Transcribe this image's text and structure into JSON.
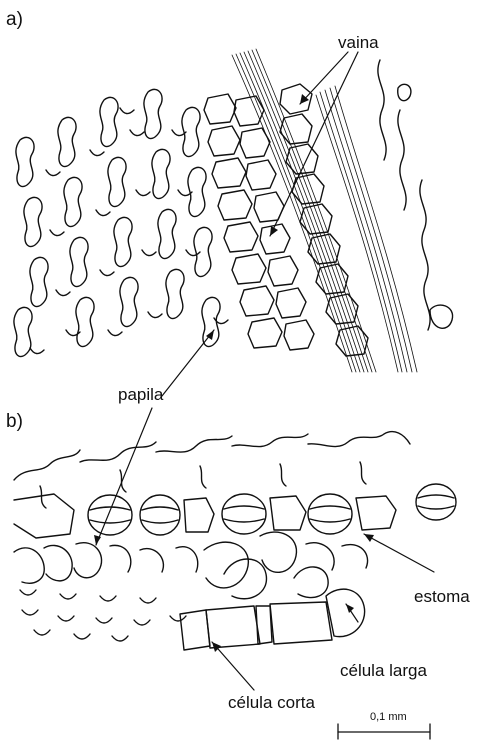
{
  "panels": {
    "a": "a)",
    "b": "b)"
  },
  "labels": {
    "vaina": "vaina",
    "papila": "papila",
    "estoma": "estoma",
    "celula_corta": "célula corta",
    "celula_larga": "célula larga"
  },
  "scale_bar": {
    "label": "0,1 mm"
  },
  "colors": {
    "ink": "#111111",
    "background": "#ffffff"
  }
}
